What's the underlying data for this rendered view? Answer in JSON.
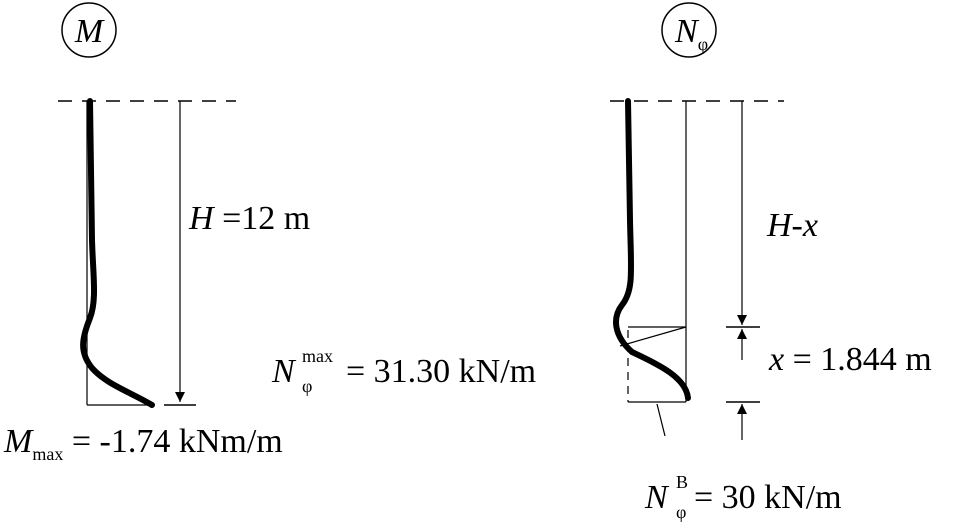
{
  "left_diagram": {
    "symbol": "M",
    "height_label": {
      "var": "H",
      "rest": " =12 m"
    },
    "max_label": {
      "base": "M",
      "sub": "max",
      "rest": " = -1.74 kNm/m"
    }
  },
  "right_diagram": {
    "symbol": {
      "base": "N",
      "sub": "φ"
    },
    "upper_segment_label": "H-x",
    "lower_segment_label": {
      "var": "x",
      "rest": " = 1.844 m"
    },
    "max_label": {
      "base": "N",
      "sub": "φ",
      "sup": "max",
      "rest": " = 31.30 kN/m"
    },
    "base_label": {
      "base": "N",
      "sub": "φ",
      "sup": "B",
      "rest": " = 30 kN/m"
    }
  },
  "colors": {
    "ink": "#000000",
    "background": "#ffffff"
  }
}
